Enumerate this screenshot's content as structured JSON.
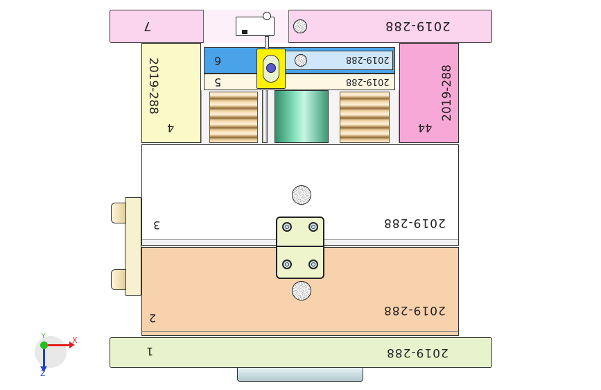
{
  "drawing": {
    "mold_code": "2019-288",
    "plates": [
      {
        "id": "1",
        "label": "1",
        "code": "2019-288",
        "color": "#e8f2cc"
      },
      {
        "id": "2",
        "label": "2",
        "code": "2019-288",
        "color": "#f7d2ac"
      },
      {
        "id": "3",
        "label": "3",
        "code": "2019-288",
        "color": "#ffffff"
      },
      {
        "id": "4",
        "label": "4",
        "code": "2019-288",
        "color": "#fbf9c8"
      },
      {
        "id": "44",
        "label": "44",
        "code": "2019-288",
        "color": "#f7a8d6"
      },
      {
        "id": "5",
        "label": "5",
        "code": "2019-288",
        "color": "#fdf7e4"
      },
      {
        "id": "6",
        "label": "6",
        "code": "2019-288",
        "color": "#4aa3e8"
      },
      {
        "id": "7",
        "label": "7",
        "code": "2019-288",
        "color": "#fbd4ee"
      }
    ]
  },
  "axes": {
    "x_label": "X",
    "y_label": "Y",
    "z_label": "Z"
  }
}
